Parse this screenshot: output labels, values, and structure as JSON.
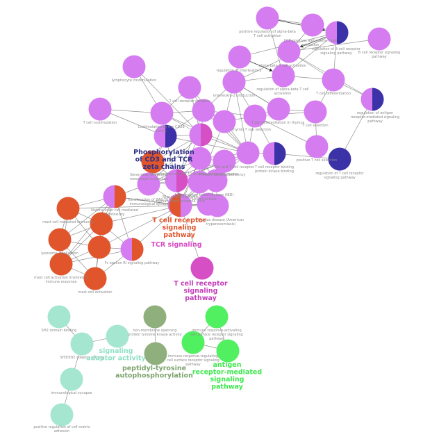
{
  "colors": {
    "violet": "#d47cf0",
    "navy": "#3b32a8",
    "orange": "#e0552c",
    "magenta": "#d74fc4",
    "mint": "#a5e6d1",
    "sage": "#8fb07c",
    "green": "#51f060",
    "edge": "#6e6e6e",
    "label": "#8a8a8a"
  },
  "group_labels": [
    {
      "id": "g_cd3",
      "lines": [
        "Phosphorylation",
        "of CD3 and TCR",
        "zeta chains"
      ],
      "color": "#2e2f86"
    },
    {
      "id": "g_tcr_orange",
      "lines": [
        "T cell receptor",
        "signaling",
        "pathway"
      ],
      "color": "#e0552c"
    },
    {
      "id": "g_tcr_signaling",
      "lines": [
        "TCR signaling"
      ],
      "color": "#d74fc4"
    },
    {
      "id": "g_tcr_magenta",
      "lines": [
        "T cell receptor",
        "signaling",
        "pathway"
      ],
      "color": "#c43dba"
    },
    {
      "id": "g_signaling_adaptor",
      "lines": [
        "signaling",
        "adaptor activity"
      ],
      "color": "#8fe0c6"
    },
    {
      "id": "g_peptidyl",
      "lines": [
        "peptidyl-tyrosine",
        "autophosphorylation"
      ],
      "color": "#7ea46e"
    },
    {
      "id": "g_antigen",
      "lines": [
        "antigen",
        "receptor-mediated",
        "signaling",
        "pathway"
      ],
      "color": "#3ce84c"
    }
  ],
  "nodes": [
    {
      "id": "n1",
      "color": "violet",
      "label": [
        "positive regulation of alpha-beta",
        "T cell activation"
      ]
    },
    {
      "id": "n2",
      "color": "violet",
      "label": []
    },
    {
      "id": "n3",
      "color": "violet",
      "split": "navy",
      "label": [
        "CCR-positive, alpha-beta T cell",
        "activation"
      ]
    },
    {
      "id": "n4",
      "color": "violet",
      "label": [
        "B cell receptor signaling",
        "pathway"
      ]
    },
    {
      "id": "n5",
      "color": "violet",
      "label": [
        "regulation of B cell receptor",
        "signaling pathway"
      ]
    },
    {
      "id": "n6",
      "color": "violet",
      "label": [
        "regulation of interleukin-2"
      ]
    },
    {
      "id": "n7",
      "color": "violet",
      "label": [
        "alpha-beta T cell activation"
      ]
    },
    {
      "id": "n8",
      "color": "violet",
      "label": [
        "regulation of alpha-beta T cell",
        "activation"
      ]
    },
    {
      "id": "n9",
      "color": "violet",
      "label": [
        "T cell differentiation"
      ]
    },
    {
      "id": "n10",
      "color": "violet",
      "label": [
        "lymphocyte costimulation"
      ]
    },
    {
      "id": "n11",
      "color": "violet",
      "label": [
        "interleukin-2 production"
      ]
    },
    {
      "id": "n12",
      "color": "violet",
      "label": [
        "T cell receptor complex"
      ]
    },
    {
      "id": "n13",
      "color": "violet",
      "split": "navy",
      "label": [
        "regulation of antigen",
        "receptor-mediated signaling",
        "pathway"
      ]
    },
    {
      "id": "n14",
      "color": "violet",
      "label": [
        "T cell costimulation"
      ]
    },
    {
      "id": "n15",
      "color": "violet",
      "label": [
        "Costimulation by the CD28",
        "family"
      ]
    },
    {
      "id": "n16",
      "color": "violet",
      "label": []
    },
    {
      "id": "n17",
      "color": "violet",
      "label": []
    },
    {
      "id": "n18",
      "color": "violet",
      "label": [
        "thymic T cell selection"
      ]
    },
    {
      "id": "n19",
      "color": "violet",
      "label": [
        "T cell differentiation in thymus"
      ]
    },
    {
      "id": "n20",
      "color": "violet",
      "label": [
        "T cell selection"
      ]
    },
    {
      "id": "n21",
      "color": "violet",
      "label": [
        "positive T cell selection"
      ]
    },
    {
      "id": "n22",
      "color": "navy",
      "label": [
        "regulation of T cell receptor",
        "signaling pathway"
      ]
    },
    {
      "id": "n23",
      "color": "violet",
      "split": "navy",
      "label": [
        "T cell receptor binding",
        "protein kinase binding"
      ]
    },
    {
      "id": "n24",
      "color": "violet",
      "label": [
        "The and T cell receptor"
      ]
    },
    {
      "id": "n25",
      "color": "violet",
      "split": "navy",
      "label": []
    },
    {
      "id": "n26",
      "color": "violet",
      "split": "magenta",
      "label": []
    },
    {
      "id": "n27",
      "color": "orange",
      "label": []
    },
    {
      "id": "n28",
      "color": "violet",
      "label": [
        "Generation of second",
        "messenger molecules"
      ]
    },
    {
      "id": "n29",
      "color": "violet",
      "label": [
        "Translocation of ZAP-70 to immunological synapse"
      ]
    },
    {
      "id": "n30",
      "color": "violet",
      "label": [
        "Primary immunodeficiency"
      ]
    },
    {
      "id": "n31",
      "color": "violet",
      "split": "magenta",
      "label": []
    },
    {
      "id": "n32",
      "color": "violet",
      "label": []
    },
    {
      "id": "n33",
      "color": "violet",
      "label": [
        "Rheumatoid arthritis",
        "Human T-cell leukemia virus"
      ]
    },
    {
      "id": "n34",
      "color": "violet",
      "split": "orange",
      "label": [
        "Natural killer cell mediated",
        "cytotoxicity"
      ]
    },
    {
      "id": "n35",
      "color": "violet",
      "split": "magenta",
      "label": [
        "Translocation of ZAP-70 to",
        "immunological synapse"
      ]
    },
    {
      "id": "n36",
      "color": "orange",
      "split": "violet",
      "label": []
    },
    {
      "id": "n37",
      "color": "violet",
      "label": [
        "Inflammatory bowel disease (IBD)",
        "Leishmaniasis"
      ]
    },
    {
      "id": "n38",
      "color": "violet",
      "label": [
        "Chagas disease (American",
        "trypanosomiasis)"
      ]
    },
    {
      "id": "n39",
      "color": "orange",
      "label": [
        "mast cell mediated immunity"
      ]
    },
    {
      "id": "n40",
      "color": "orange",
      "label": []
    },
    {
      "id": "n41",
      "color": "orange",
      "label": [
        "lysosome localization"
      ]
    },
    {
      "id": "n42",
      "color": "orange",
      "label": []
    },
    {
      "id": "n43",
      "color": "violet",
      "split": "orange",
      "label": [
        "Fc epsilon RI signaling pathway"
      ]
    },
    {
      "id": "n44",
      "color": "orange",
      "label": [
        "mast cell activation involved in",
        "immune response"
      ]
    },
    {
      "id": "n45",
      "color": "orange",
      "label": [
        "mast cell activation"
      ]
    },
    {
      "id": "n46",
      "color": "magenta",
      "label": []
    },
    {
      "id": "n47",
      "color": "mint",
      "label": [
        "SH2 domain binding"
      ]
    },
    {
      "id": "n48",
      "color": "mint",
      "label": []
    },
    {
      "id": "n49",
      "color": "mint",
      "label": [
        "SH3/SH2 adaptor activity"
      ]
    },
    {
      "id": "n50",
      "color": "mint",
      "label": [
        "immunological synapse"
      ]
    },
    {
      "id": "n51",
      "color": "mint",
      "label": [
        "positive regulation of cell-matrix",
        "adhesion"
      ]
    },
    {
      "id": "n52",
      "color": "sage",
      "label": [
        "non-membrane spanning",
        "protein tyrosine kinase activity"
      ]
    },
    {
      "id": "n53",
      "color": "sage",
      "label": []
    },
    {
      "id": "n54",
      "color": "green",
      "label": [
        "immune response-activating",
        "cell surface receptor signaling",
        "pathway"
      ]
    },
    {
      "id": "n55",
      "color": "green",
      "label": [
        "immune response-regulating",
        "cell surface receptor signaling",
        "pathway"
      ]
    },
    {
      "id": "n56",
      "color": "green",
      "label": []
    }
  ],
  "edges": [
    [
      "n1",
      "n2"
    ],
    [
      "n1",
      "n3"
    ],
    [
      "n1",
      "n7"
    ],
    [
      "n2",
      "n3"
    ],
    [
      "n2",
      "n5"
    ],
    [
      "n3",
      "n7"
    ],
    [
      "n3",
      "n6"
    ],
    [
      "n3",
      "n8"
    ],
    [
      "n5",
      "n4"
    ],
    [
      "n5",
      "n9"
    ],
    [
      "n6",
      "n7"
    ],
    [
      "n6",
      "n11"
    ],
    [
      "n7",
      "n8"
    ],
    [
      "n7",
      "n9"
    ],
    [
      "n8",
      "n19"
    ],
    [
      "n9",
      "n20"
    ],
    [
      "n9",
      "n13"
    ],
    [
      "n13",
      "n22"
    ],
    [
      "n5",
      "n13"
    ],
    [
      "n3",
      "n9"
    ],
    [
      "n8",
      "n11"
    ],
    [
      "n10",
      "n15"
    ],
    [
      "n14",
      "n15"
    ],
    [
      "n12",
      "n15"
    ],
    [
      "n12",
      "n16"
    ],
    [
      "n11",
      "n18"
    ],
    [
      "n11",
      "n17"
    ],
    [
      "n15",
      "n16"
    ],
    [
      "n15",
      "n25"
    ],
    [
      "n15",
      "n26"
    ],
    [
      "n15",
      "n24"
    ],
    [
      "n16",
      "n17"
    ],
    [
      "n16",
      "n18"
    ],
    [
      "n16",
      "n24"
    ],
    [
      "n16",
      "n26"
    ],
    [
      "n16",
      "n31"
    ],
    [
      "n17",
      "n18"
    ],
    [
      "n17",
      "n24"
    ],
    [
      "n17",
      "n32"
    ],
    [
      "n18",
      "n19"
    ],
    [
      "n18",
      "n20"
    ],
    [
      "n18",
      "n21"
    ],
    [
      "n18",
      "n23"
    ],
    [
      "n18",
      "n24"
    ],
    [
      "n19",
      "n20"
    ],
    [
      "n19",
      "n8"
    ],
    [
      "n20",
      "n21"
    ],
    [
      "n22",
      "n23"
    ],
    [
      "n23",
      "n24"
    ],
    [
      "n24",
      "n25"
    ],
    [
      "n24",
      "n26"
    ],
    [
      "n24",
      "n32"
    ],
    [
      "n24",
      "n33"
    ],
    [
      "n24",
      "n31"
    ],
    [
      "n24",
      "n29"
    ],
    [
      "n25",
      "n26"
    ],
    [
      "n25",
      "n27"
    ],
    [
      "n25",
      "n28"
    ],
    [
      "n26",
      "n27"
    ],
    [
      "n26",
      "n28"
    ],
    [
      "n26",
      "n29"
    ],
    [
      "n26",
      "n31"
    ],
    [
      "n27",
      "n28"
    ],
    [
      "n27",
      "n31"
    ],
    [
      "n28",
      "n29"
    ],
    [
      "n28",
      "n30"
    ],
    [
      "n28",
      "n35"
    ],
    [
      "n28",
      "n31"
    ],
    [
      "n29",
      "n30"
    ],
    [
      "n29",
      "n31"
    ],
    [
      "n29",
      "n33"
    ],
    [
      "n29",
      "n35"
    ],
    [
      "n29",
      "n36"
    ],
    [
      "n30",
      "n31"
    ],
    [
      "n30",
      "n33"
    ],
    [
      "n30",
      "n36"
    ],
    [
      "n31",
      "n32"
    ],
    [
      "n31",
      "n33"
    ],
    [
      "n31",
      "n36"
    ],
    [
      "n32",
      "n33"
    ],
    [
      "n32",
      "n37"
    ],
    [
      "n32",
      "n36"
    ],
    [
      "n33",
      "n36"
    ],
    [
      "n33",
      "n37"
    ],
    [
      "n33",
      "n38"
    ],
    [
      "n35",
      "n36"
    ],
    [
      "n35",
      "n34"
    ],
    [
      "n35",
      "n37"
    ],
    [
      "n36",
      "n37"
    ],
    [
      "n36",
      "n38"
    ],
    [
      "n34",
      "n36"
    ],
    [
      "n34",
      "n28"
    ],
    [
      "n34",
      "n39"
    ],
    [
      "n34",
      "n40"
    ],
    [
      "n34",
      "n41"
    ],
    [
      "n34",
      "n42"
    ],
    [
      "n34",
      "n43"
    ],
    [
      "n34",
      "n44"
    ],
    [
      "n36",
      "n43"
    ],
    [
      "n36",
      "n46"
    ],
    [
      "n36",
      "n39"
    ],
    [
      "n36",
      "n40"
    ],
    [
      "n36",
      "n42"
    ],
    [
      "n39",
      "n40"
    ],
    [
      "n39",
      "n41"
    ],
    [
      "n39",
      "n42"
    ],
    [
      "n39",
      "n44"
    ],
    [
      "n40",
      "n41"
    ],
    [
      "n40",
      "n42"
    ],
    [
      "n40",
      "n43"
    ],
    [
      "n40",
      "n44"
    ],
    [
      "n40",
      "n45"
    ],
    [
      "n41",
      "n42"
    ],
    [
      "n41",
      "n44"
    ],
    [
      "n41",
      "n45"
    ],
    [
      "n42",
      "n43"
    ],
    [
      "n42",
      "n44"
    ],
    [
      "n42",
      "n45"
    ],
    [
      "n43",
      "n44"
    ],
    [
      "n43",
      "n45"
    ],
    [
      "n44",
      "n45"
    ],
    [
      "n25",
      "n16"
    ],
    [
      "n12",
      "n26"
    ],
    [
      "n12",
      "n24"
    ],
    [
      "n11",
      "n24"
    ],
    [
      "n11",
      "n16"
    ],
    [
      "n28",
      "n32"
    ],
    [
      "n25",
      "n31"
    ],
    [
      "n10",
      "n26"
    ],
    [
      "n14",
      "n25"
    ],
    [
      "n35",
      "n31"
    ],
    [
      "n29",
      "n32"
    ],
    [
      "n47",
      "n49"
    ],
    [
      "n48",
      "n49"
    ],
    [
      "n49",
      "n50"
    ],
    [
      "n50",
      "n51"
    ],
    [
      "n52",
      "n53"
    ],
    [
      "n54",
      "n55"
    ],
    [
      "n54",
      "n56"
    ],
    [
      "n55",
      "n56"
    ]
  ],
  "arrows": [
    [
      "n1",
      "n3"
    ],
    [
      "n3",
      "n5"
    ],
    [
      "n6",
      "n7"
    ]
  ]
}
